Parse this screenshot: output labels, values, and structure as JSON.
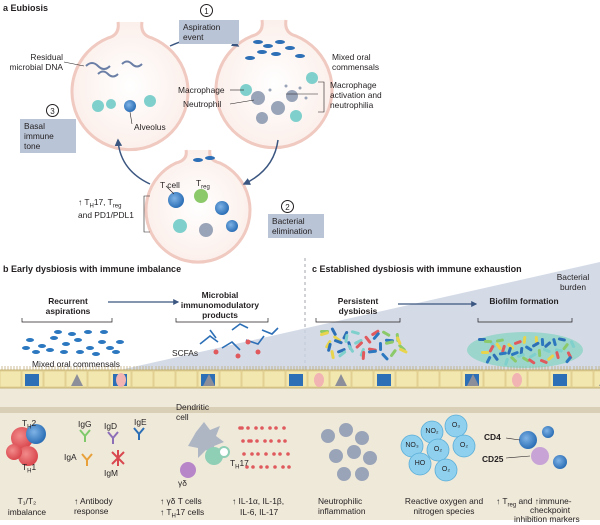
{
  "panels": {
    "a": {
      "letter": "a",
      "title": "Eubiosis"
    },
    "b": {
      "letter": "b",
      "title": "Early dysbiosis with immune imbalance"
    },
    "c": {
      "letter": "c",
      "title": "Established dysbiosis with immune exhaustion"
    }
  },
  "panel_a": {
    "step1": {
      "num": "1",
      "label": "Aspiration event"
    },
    "step2": {
      "num": "2",
      "label": "Bacterial elimination"
    },
    "step3": {
      "num": "3",
      "label": "Basal immune tone"
    },
    "residual_dna": "Residual microbial DNA",
    "alveolus": "Alveolus",
    "mixed_oral": "Mixed oral commensals",
    "macrophage": "Macrophage",
    "neutrophil": "Neutrophil",
    "macrophage_activation": "Macrophage activation and neutrophilia",
    "t_cell": "T cell",
    "treg_main": "T",
    "treg_sub": "reg",
    "th17_line": {
      "arrow": "↑",
      "t": "T",
      "sub": "H",
      "rest": "17, T",
      "sub2": "reg"
    },
    "pd1_line": "and PD1/PDL1"
  },
  "panel_b": {
    "recurrent": "Recurrent aspirations",
    "microbial_products": "Microbial immunomodulatory products",
    "mixed_oral": "Mixed oral commensals",
    "scfas": "SCFAs",
    "th2_label": {
      "t": "T",
      "sub": "H",
      "rest": "2"
    },
    "th1_label": {
      "t": "T",
      "sub": "H",
      "rest": "1"
    },
    "igg": "IgG",
    "igd": "IgD",
    "ige": "IgE",
    "iga": "IgA",
    "igm": "IgM",
    "dendritic": "Dendritic cell",
    "th17_label": {
      "t": "T",
      "sub": "H",
      "rest": "17"
    },
    "gd": "γδ",
    "captions": {
      "imbalance_line1": "T₁/T₂",
      "imbalance": "imbalance",
      "antibody": "↑ Antibody response",
      "gd_cells": "↑ γδ T cells",
      "th17_cells": "↑ T",
      "th17_cells_sub": "H",
      "th17_cells_rest": "17 cells",
      "il_line1": "↑ IL-1α, IL-1β,",
      "il_line2": "IL-6, IL-17"
    }
  },
  "panel_c": {
    "bacterial_burden": "Bacterial burden",
    "persistent": "Persistent dysbiosis",
    "biofilm": "Biofilm formation",
    "cd4": "CD4",
    "cd25": "CD25",
    "ros_labels": [
      "NO₂",
      "O₃",
      "NO₃",
      "O₂",
      "HO",
      "O₂",
      "O₂"
    ],
    "captions": {
      "neutrophilic": "Neutrophilic inflammation",
      "ros": "Reactive oxygen and nitrogen species",
      "treg_line1a": "↑ T",
      "treg_line1sub": "reg",
      "treg_line1b": " and ↑immune-",
      "treg_line2": "checkpoint",
      "treg_line3": "inhibition markers"
    }
  },
  "colors": {
    "epithelium": "#f3e7b0",
    "ciliated": "#e8d48e",
    "goblet_blue": "#2c6fb6",
    "tissue": "#efe9da",
    "burden_wedge": "#c9d2e1",
    "alveolus_ring": "#f0c9c0",
    "arrow": "#3b5680",
    "step_box": "#b9c4d6"
  }
}
